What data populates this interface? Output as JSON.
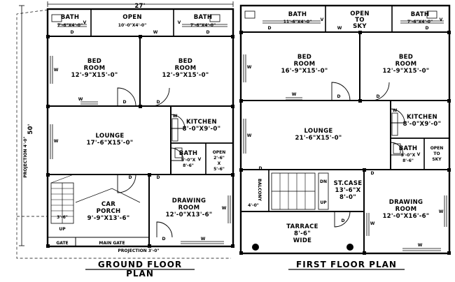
{
  "ground": {
    "width_dim": "27'",
    "height_dim": "50'",
    "projection_side": "PROJECTION 4'-0\"",
    "projection_bottom": "PROJECTION 3'-0\"",
    "rooms": {
      "bath1": [
        "BATH",
        "7'-6\"X4'-0\""
      ],
      "open1": [
        "OPEN",
        "10'-0\"X4'-0\""
      ],
      "bath2": [
        "BATH",
        "7'-6\"X4'-0\""
      ],
      "bed1": [
        "BED",
        "ROOM",
        "12'-9\"X15'-0\""
      ],
      "bed2": [
        "BED",
        "ROOM",
        "12'-9\"X15'-0\""
      ],
      "kitchen": [
        "KITCHEN",
        "8'-0\"X9'-0\""
      ],
      "lounge": [
        "LOUNGE",
        "17'-6\"X15'-0\""
      ],
      "bath3": [
        "BATH",
        "5'-0\"X",
        "8'-6\""
      ],
      "open2": [
        "OPEN",
        "2'-6\"",
        "X",
        "5'-6\""
      ],
      "car": [
        "CAR",
        "PORCH",
        "9'-9\"X13'-6\""
      ],
      "drawing": [
        "DRAWING",
        "ROOM",
        "12'-0\"X13'-6\""
      ]
    },
    "stair_dim": "3'-6\"",
    "up": "UP",
    "gate": "GATE",
    "main_gate": "MAIN GATE",
    "title": [
      "GROUND FLOOR",
      "PLAN"
    ]
  },
  "first": {
    "rooms": {
      "bath1": [
        "BATH",
        "11'-6\"X4'-0\""
      ],
      "open1": [
        "OPEN",
        "TO",
        "SKY"
      ],
      "bath2": [
        "BATH",
        "7'-6\"X4'-0\""
      ],
      "bed1": [
        "BED",
        "ROOM",
        "16'-9\"X15'-0\""
      ],
      "bed2": [
        "BED",
        "ROOM",
        "12'-9\"X15'-0\""
      ],
      "kitchen": [
        "KITCHEN",
        "8'-0\"X9'-0\""
      ],
      "lounge": [
        "LOUNGE",
        "21'-6\"X15'-0\""
      ],
      "bath3": [
        "BATH",
        "5'-0\"X",
        "8'-6\""
      ],
      "open2": [
        "OPEN",
        "TO",
        "SKY"
      ],
      "balcony": [
        "BALCONY",
        "4'-0\""
      ],
      "stair": [
        "ST.CASE",
        "13'-6\"X",
        "8'-0\""
      ],
      "drawing": [
        "DRAWING",
        "ROOM",
        "12'-0\"X16'-6\""
      ],
      "tarrace": [
        "TARRACE",
        "8'-6\"",
        "WIDE"
      ]
    },
    "dn": "DN",
    "up": "UP",
    "title": [
      "FIRST FLOOR PLAN"
    ]
  },
  "marks": {
    "w": "W",
    "v": "V",
    "d": "D"
  }
}
